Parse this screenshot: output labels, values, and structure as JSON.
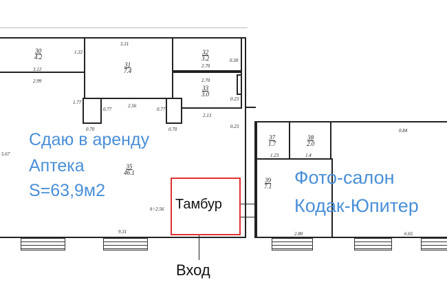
{
  "plan": {
    "rooms": [
      {
        "id": "30",
        "area": "4.2"
      },
      {
        "id": "31",
        "area": "7.4"
      },
      {
        "id": "32",
        "area": "3.2"
      },
      {
        "id": "33",
        "area": "3.0"
      },
      {
        "id": "35",
        "area": "46.1"
      },
      {
        "id": "37",
        "area": "1.7"
      },
      {
        "id": "38",
        "area": "2.0"
      },
      {
        "id": "39",
        "area": "7.1"
      }
    ],
    "dimensions": [
      "3.31",
      "1.32",
      "3.12",
      "2.99",
      "2.70",
      "2.70",
      "0.30",
      "1.77",
      "0.77",
      "2.56",
      "0.77",
      "0.70",
      "0.70",
      "2.13",
      "0.23",
      "0.23",
      "1.23",
      "1.4",
      "0.84",
      "2.80",
      "6.65",
      "9.31",
      "h=2.56",
      "5.67"
    ]
  },
  "annotations": {
    "left_line1": "Сдаю в аренду",
    "left_line2": "Аптека",
    "left_line3": "S=63,9м2",
    "right_line1": "Фото-салон",
    "right_line2": "Кодак-Юпитер",
    "vestibule": "Тамбур",
    "entrance": "Вход"
  },
  "colors": {
    "accent_text": "#4a8fd8",
    "vestibule_border": "#e03030"
  }
}
